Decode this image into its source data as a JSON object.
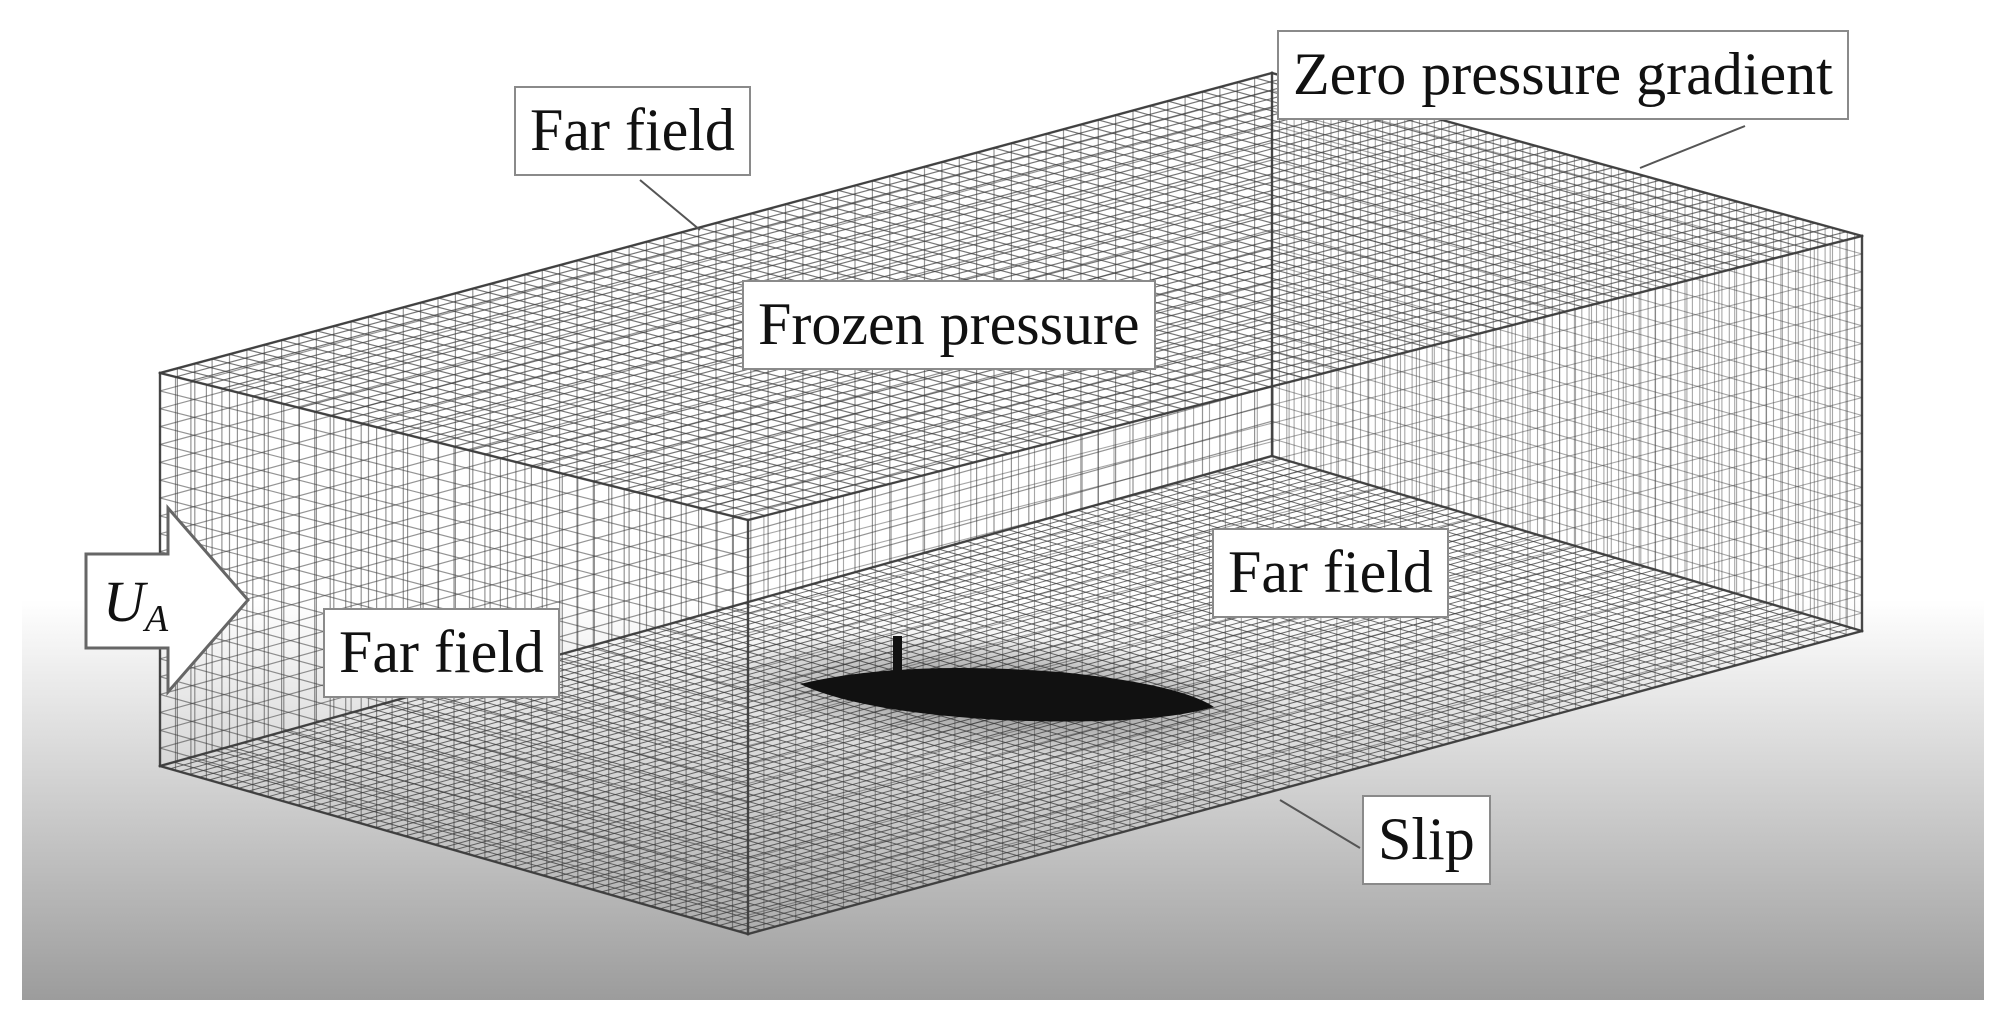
{
  "labels": {
    "far_field_top": "Far field",
    "zero_pressure_gradient": "Zero pressure gradient",
    "frozen_pressure": "Frozen pressure",
    "far_field_right": "Far field",
    "far_field_left": "Far field",
    "slip": "Slip"
  },
  "inflow": {
    "symbol": "U",
    "subscript": "A"
  },
  "colors": {
    "background_top": "#ffffff",
    "background_bottom": "#9c9c9c",
    "mesh_line": "#3c3c3c",
    "ship_hull": "#111111",
    "label_border": "#8a8a8a"
  }
}
